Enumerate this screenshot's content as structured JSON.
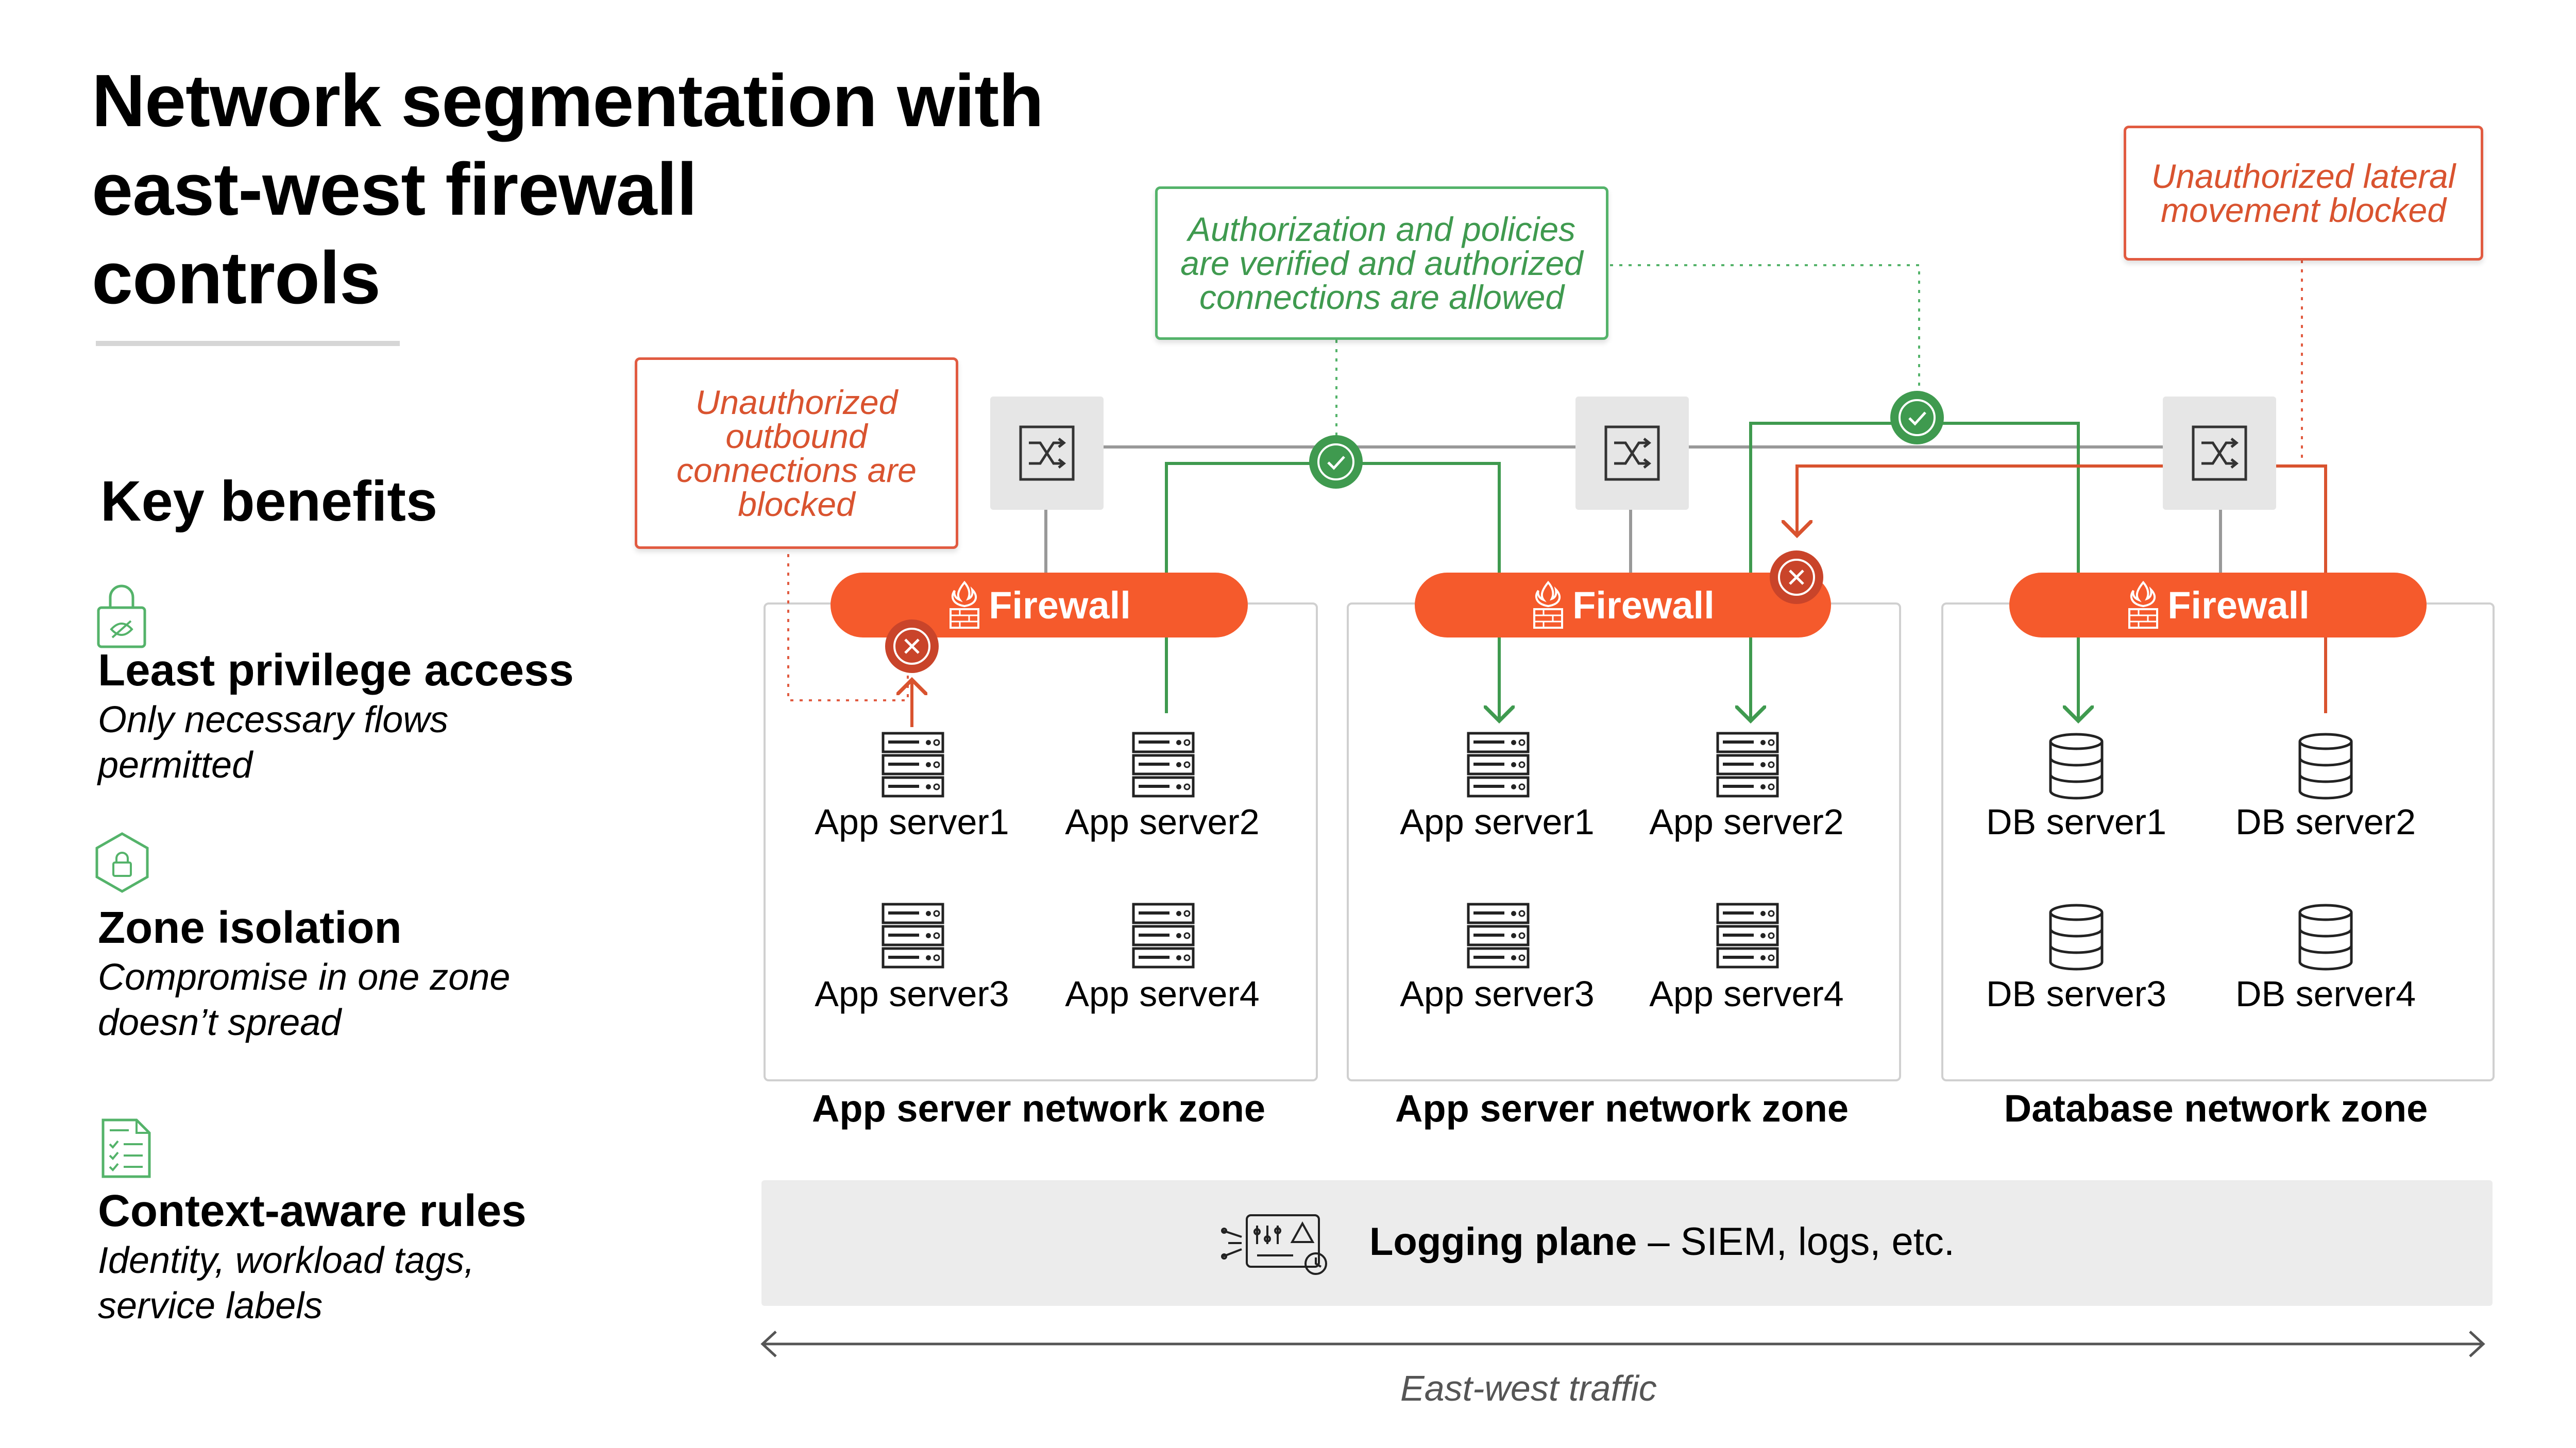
{
  "title": "Network segmentation with\neast-west firewall\ncontrols",
  "key_benefits": {
    "heading": "Key benefits",
    "items": [
      {
        "icon": "lock-shield-icon",
        "title": "Least privilege access",
        "desc": "Only necessary flows\npermitted"
      },
      {
        "icon": "hexagon-lock-icon",
        "title": "Zone isolation",
        "desc": "Compromise in one zone\ndoesn’t spread"
      },
      {
        "icon": "rules-checklist-icon",
        "title": "Context-aware rules",
        "desc": "Identity, workload tags,\nservice labels"
      }
    ]
  },
  "callouts": {
    "outbound": "Unauthorized\noutbound\nconnections are\nblocked",
    "authorized": "Authorization and policies\nare verified and authorized\nconnections are allowed",
    "lateral": "Unauthorized lateral\nmovement blocked"
  },
  "firewall_label": "Firewall",
  "zones": [
    {
      "label": "App server network zone",
      "servers": [
        "App server1",
        "App server2",
        "App server3",
        "App server4"
      ],
      "server_icon": "server-rack-icon"
    },
    {
      "label": "App server network zone",
      "servers": [
        "App server1",
        "App server2",
        "App server3",
        "App server4"
      ],
      "server_icon": "server-rack-icon"
    },
    {
      "label": "Database network zone",
      "servers": [
        "DB server1",
        "DB server2",
        "DB server3",
        "DB server4"
      ],
      "server_icon": "database-icon"
    }
  ],
  "logging": {
    "bold": "Logging plane",
    "rest": " – SIEM, logs, etc.",
    "icon": "monitoring-dashboard-icon"
  },
  "traffic_label": "East-west traffic",
  "colors": {
    "firewall": "#f55a2c",
    "allowed": "#3f9a4f",
    "blocked": "#d9532f",
    "switch_line": "#999999"
  }
}
